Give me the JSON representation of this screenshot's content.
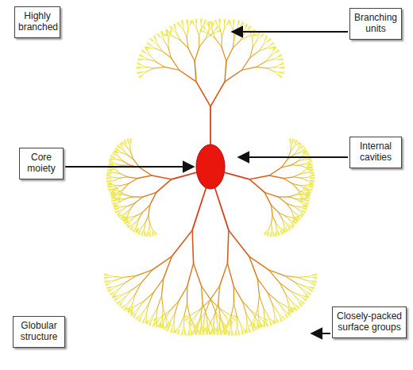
{
  "diagram": {
    "nodes": [
      {
        "text": [
          "Highly branched"
        ]
      },
      {
        "text": [
          "Branching units"
        ]
      },
      {
        "text": [
          "Core moiety"
        ]
      },
      {
        "text": [
          "Internal cavities"
        ]
      },
      {
        "text": [
          "Globular structure"
        ]
      },
      {
        "text": [
          "Closely-packed surface groups"
        ]
      }
    ]
  }
}
